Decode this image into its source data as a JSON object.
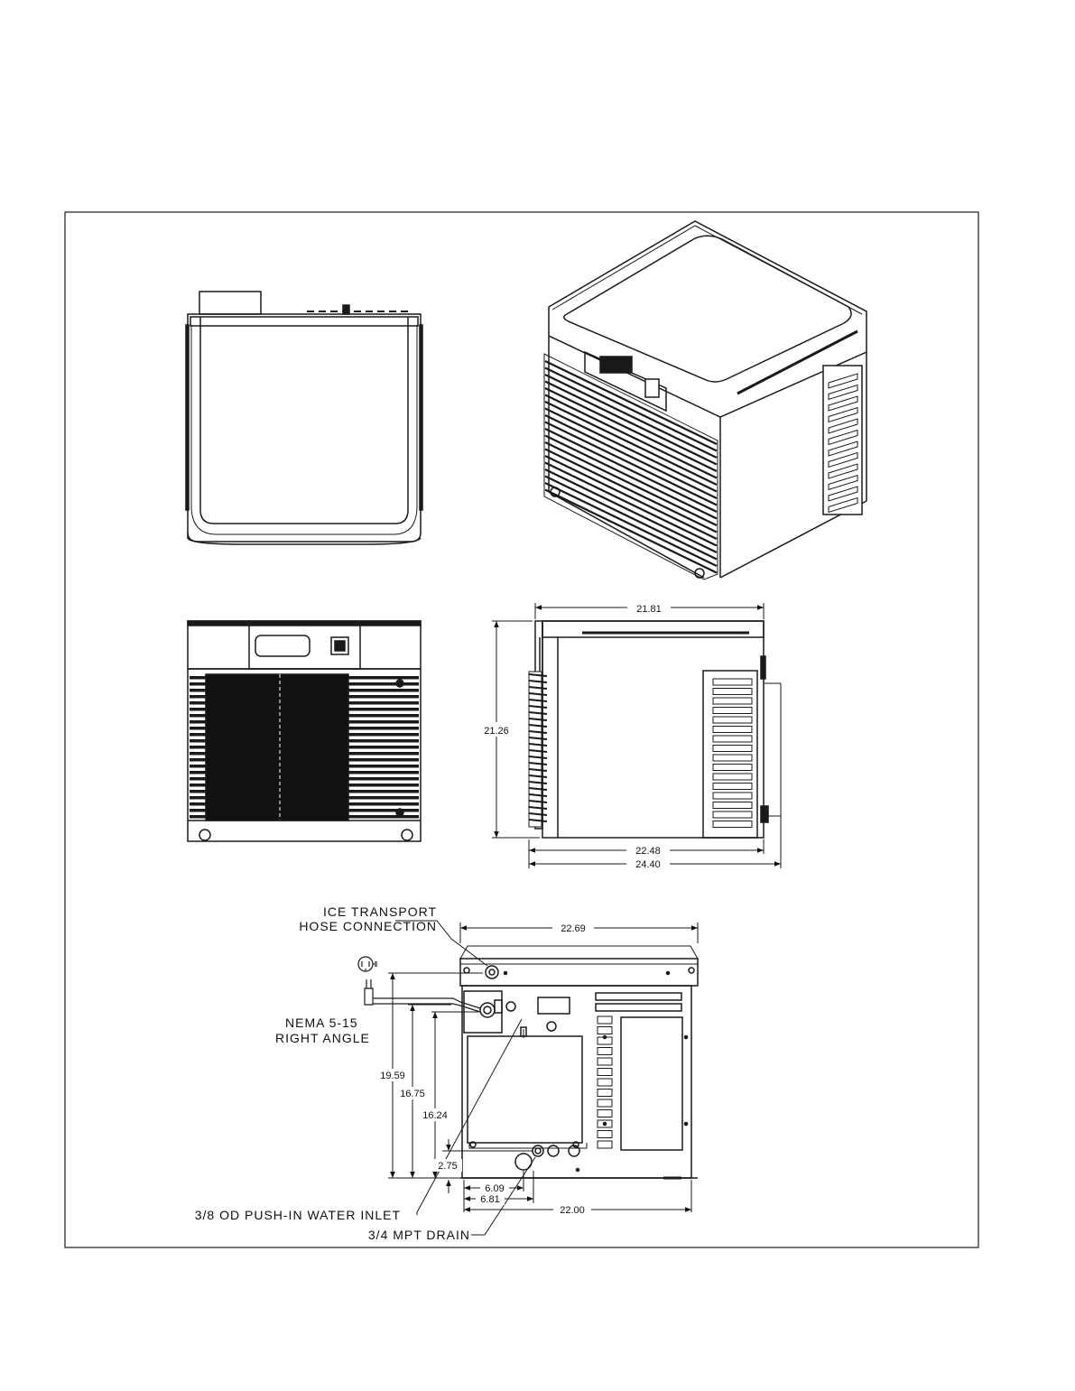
{
  "dimensions": {
    "width_top": "21.81",
    "height_side": "21.26",
    "depth_inner": "22.48",
    "depth_overall": "24.40",
    "back_width": "22.69",
    "back_h1": "19.59",
    "back_h2": "16.75",
    "back_h3": "16.24",
    "back_h4": "2.75",
    "back_w1": "6.09",
    "back_w2": "6.81",
    "back_w3": "22.00"
  },
  "callouts": {
    "ice_line1": "ICE TRANSPORT",
    "ice_line2": "HOSE CONNECTION",
    "nema_line1": "NEMA 5-15",
    "nema_line2": "RIGHT ANGLE",
    "water_inlet": "3/8 OD PUSH-IN WATER INLET",
    "drain": "3/4 MPT DRAIN"
  },
  "colors": {
    "ink": "#1a1a1a",
    "fill_dark": "#111111",
    "paper": "#ffffff"
  }
}
